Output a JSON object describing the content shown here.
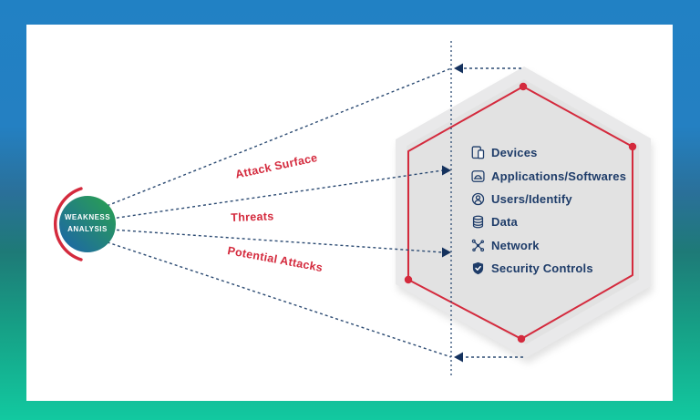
{
  "analysis_node": {
    "line1": "WEAKNESS",
    "line2": "ANALYSIS"
  },
  "connection_labels": {
    "attack_surface": "Attack Surface",
    "threats": "Threats",
    "potential_attacks": "Potential Attacks"
  },
  "hexagon_items": [
    {
      "icon": "device-icon",
      "label": "Devices"
    },
    {
      "icon": "application-icon",
      "label": "Applications/Softwares"
    },
    {
      "icon": "user-icon",
      "label": "Users/Identify"
    },
    {
      "icon": "database-icon",
      "label": "Data"
    },
    {
      "icon": "network-icon",
      "label": "Network"
    },
    {
      "icon": "shield-icon",
      "label": "Security Controls"
    }
  ],
  "colors": {
    "accent_red": "#d42a3d",
    "navy_text": "#1e3c69",
    "dotted_line": "#2b4a72",
    "arrowhead": "#15325e",
    "hex_ring_gray": "#e9e9ea",
    "frame_top": "#2181c4",
    "frame_bottom": "#12c9a0",
    "node_green": "#2aa34c",
    "node_blue": "#1c63ad"
  }
}
